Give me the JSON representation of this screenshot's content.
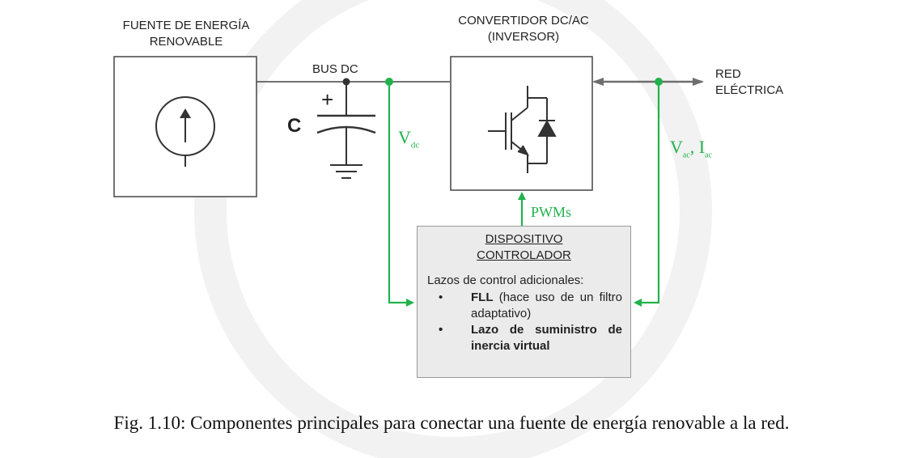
{
  "labels": {
    "source_line1": "FUENTE DE ENERGÍA",
    "source_line2": "RENOVABLE",
    "bus_dc": "BUS DC",
    "capacitor": "C",
    "capacitor_plus": "+",
    "converter_line1": "CONVERTIDOR DC/AC",
    "converter_line2": "(INVERSOR)",
    "grid_line1": "RED",
    "grid_line2": "ELÉCTRICA",
    "pwm": "PWMs",
    "vdc_main": "V",
    "vdc_sub": "dc",
    "vac_main": "V",
    "vac_sub": "ac",
    "iac_sep": ", I",
    "iac_sub": "ac"
  },
  "controller": {
    "title_line1": "DISPOSITIVO",
    "title_line2": "CONTROLADOR",
    "subtitle": "Lazos de control adicionales:",
    "item1_bold": "FLL",
    "item1_rest": " (hace uso de un filtro adaptativo)",
    "item2_bold": "Lazo de suministro de inercia virtual"
  },
  "caption": "Fig. 1.10: Componentes principales para conectar una fuente de energía renovable a la red.",
  "colors": {
    "signal": "#22b24c",
    "wire": "#444444",
    "box_fill": "#ebebeb",
    "arrow_gray": "#6e6e6e"
  }
}
